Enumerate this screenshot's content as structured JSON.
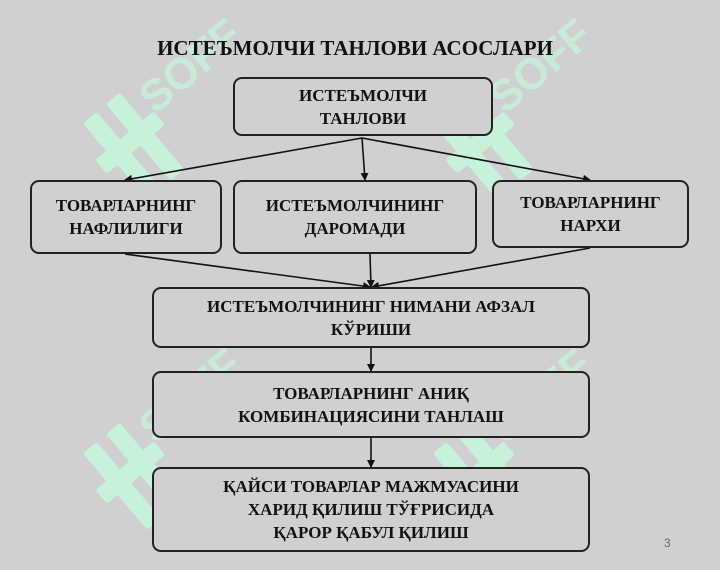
{
  "title": "ИСТЕЪМОЛЧИ ТАНЛОВИ АСОСЛАРИ",
  "nodes": {
    "top": "ИСТЕЪМОЛЧИ\nТАНЛОВИ",
    "left": "ТОВАРЛАРНИНГ\nНАФЛИЛИГИ",
    "middle": "ИСТЕЪМОЛЧИНИНГ\nДАРОМАДИ",
    "right": "ТОВАРЛАРНИНГ\nНАРХИ",
    "preference": "ИСТЕЪМОЛЧИНИНГ НИМАНИ АФЗАЛ\nКЎРИШИ",
    "combination": "ТОВАРЛАРНИНГ  АНИҚ\nКОМБИНАЦИЯСИНИ ТАНЛАШ",
    "decision": "ҚАЙСИ  ТОВАРЛАР  МАЖМУАСИНИ\nХАРИД  ҚИЛИШ  ТЎҒРИСИДА\nҚАРОР ҚАБУЛ  ҚИЛИШ"
  },
  "page_number": "3",
  "watermark_text": "SOFF",
  "colors": {
    "background": "#d0d0d0",
    "border": "#222222",
    "watermark": "#c6f2d9"
  }
}
